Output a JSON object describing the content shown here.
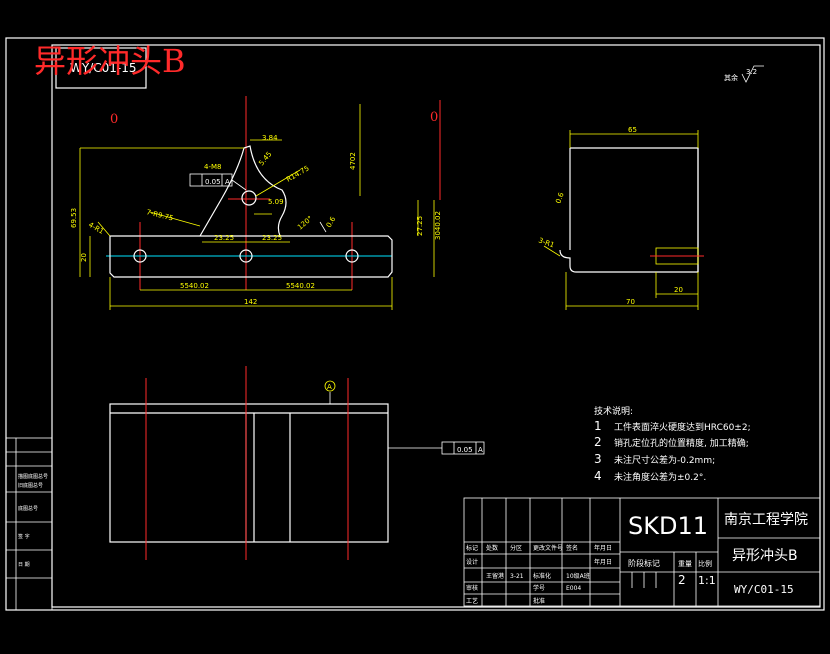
{
  "title_red": "异形冲头B",
  "drawing_code_top": "WY/C01-15",
  "roughness_note": "其余",
  "roughness_value": "3.2",
  "origin_left": "0",
  "origin_right": "0",
  "dims_front": {
    "d_384": "3.84",
    "d_4_m8": "4-M8",
    "d_4702": "4702",
    "d_r14": "R14.75",
    "d_5_45": "5.45",
    "d_7_r9": "7-R9.75",
    "d_4_r1": "4-R1",
    "d_6953": "69.53",
    "d_20": "20",
    "d_2325a": "23.25",
    "d_2325b": "23.25",
    "d_2725": "27.25",
    "d_3040": "3040.02",
    "d_5": "5.09",
    "d_120": "120°",
    "d_06a": "0.6",
    "d_5540a": "5540.02",
    "d_5540b": "5540.02",
    "d_142": "142",
    "tol_flat": "0.05",
    "tol_datum": "A"
  },
  "dims_side": {
    "d_65": "65",
    "d_06": "0.6",
    "d_3r1": "3-R1",
    "d_20": "20",
    "d_70": "70"
  },
  "datum_label": "A",
  "bottom_tol": {
    "value": "0.05",
    "datum": "A"
  },
  "tech_req": {
    "heading": "技术说明:",
    "items": [
      {
        "num": "1",
        "text": "工件表面淬火硬度达到HRC60±2;"
      },
      {
        "num": "2",
        "text": "销孔定位孔的位置精度, 加工精确;"
      },
      {
        "num": "3",
        "text": "未注尺寸公差为-0.2mm;"
      },
      {
        "num": "4",
        "text": "未注角度公差为±0.2°."
      }
    ]
  },
  "left_table": [
    "描图底图总号",
    "旧底图总号",
    "底图总号",
    "签  字",
    "日  期"
  ],
  "title_block": {
    "material": "SKD11",
    "school": "南京工程学院",
    "part_name": "异形冲头B",
    "drawing_no": "WY/C01-15",
    "stage_mark": "阶段标记",
    "weight": "重量",
    "scale": "比例",
    "qty": "2",
    "ratio": "1:1",
    "row1": [
      "标记",
      "处数",
      "分区",
      "更改文件号",
      "签名",
      "年月日"
    ],
    "row2": [
      "设计",
      "王留港",
      "3-21",
      "标准化",
      "10级A班",
      "年月日"
    ],
    "row3": [
      "审核",
      "",
      "",
      "学号",
      "E004",
      ""
    ],
    "row4": [
      "工艺",
      "",
      "",
      "批准",
      "",
      ""
    ]
  }
}
